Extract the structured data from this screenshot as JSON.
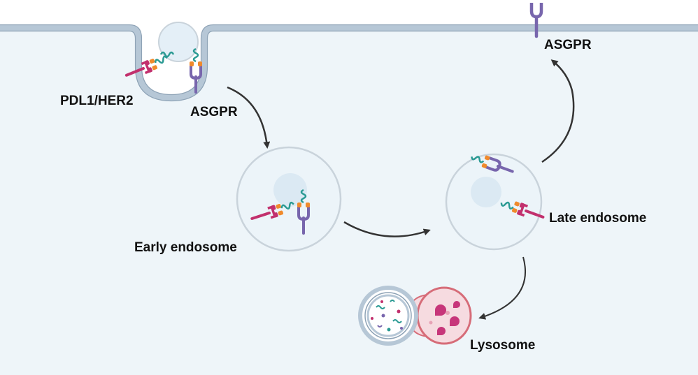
{
  "labels": {
    "pdl1_her2": "PDL1/HER2",
    "asgpr_membrane": "ASGPR",
    "asgpr_recycled": "ASGPR",
    "early_endosome": "Early endosome",
    "late_endosome": "Late endosome",
    "lysosome": "Lysosome"
  },
  "colors": {
    "cytoplasm": "#eef5f9",
    "membrane": "#b6c7d6",
    "membrane_edge": "#8ea3b6",
    "vesicle": "#e8f2f8",
    "vesicle_edge": "#c9d3db",
    "pdl1_her2_receptor": "#c2306d",
    "asgpr_receptor": "#7866ad",
    "binder_loop": "#2a9a93",
    "lysosome_body": "#f6dbe0",
    "lysosome_edge": "#d66c78",
    "lysosome_enzyme": "#c7367a",
    "arrow": "#333333"
  },
  "icons": [
    "pdl1-her2-receptor-icon",
    "asgpr-receptor-icon",
    "lytac-binder-icon",
    "enzyme-icon",
    "debris-icon"
  ]
}
